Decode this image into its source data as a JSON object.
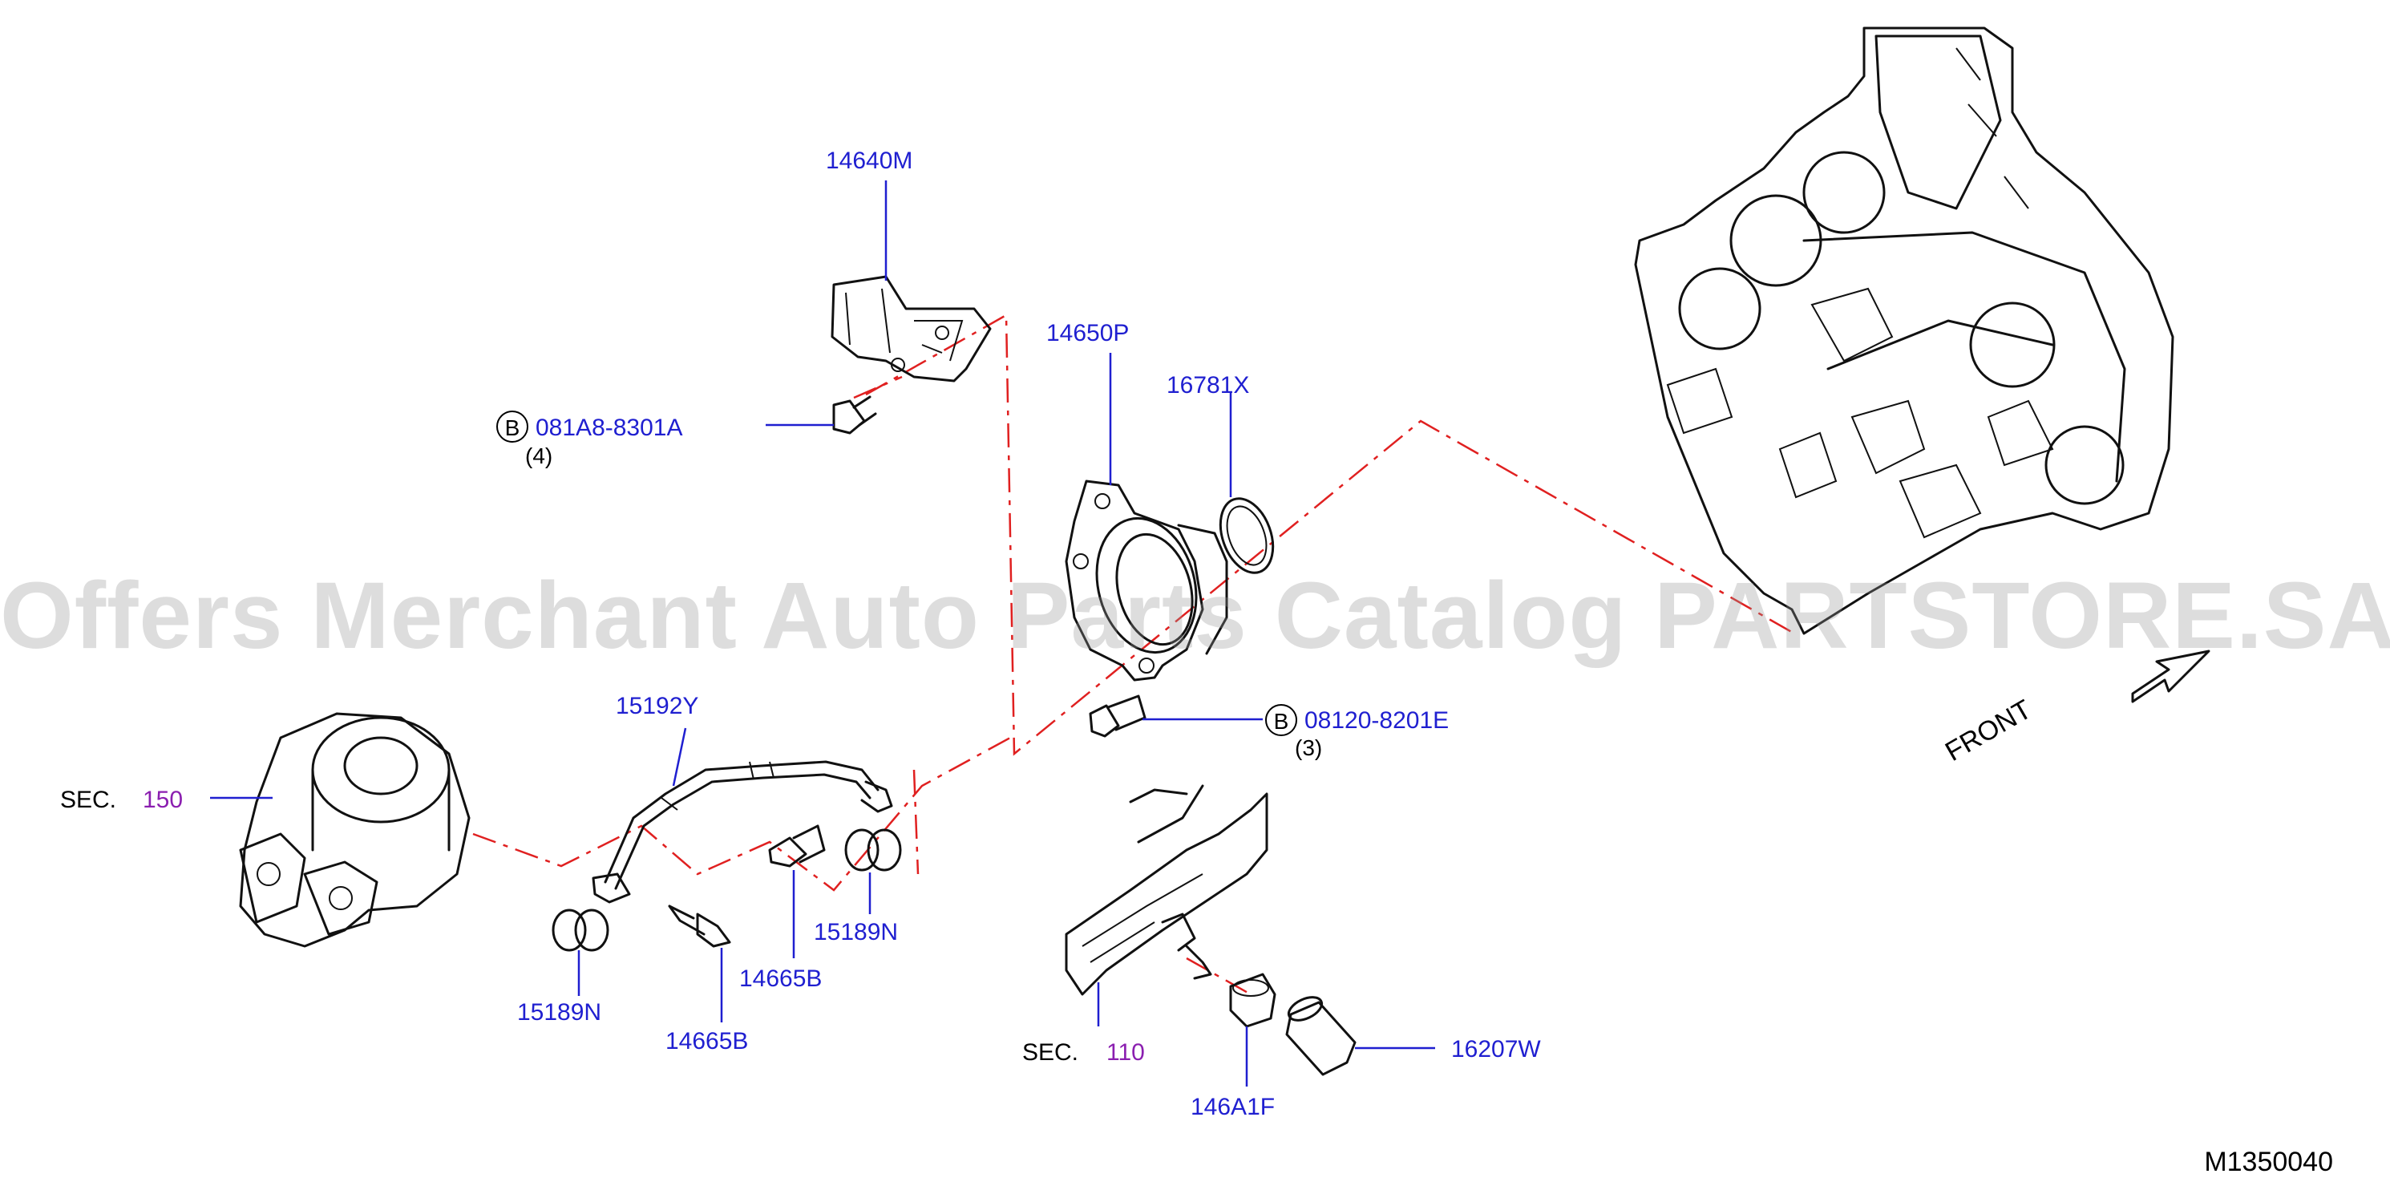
{
  "colors": {
    "part_number": "#1f1fd0",
    "section_number": "#8b1fb0",
    "leader_line": "#1f1fd0",
    "center_line": "#e02020",
    "line_art": "#111111",
    "watermark": "#9a9a9a"
  },
  "watermark": "Offers Merchant Auto Parts Catalog PARTSTORE.SA",
  "diagram_id": "M1350040",
  "front_label": "FRONT",
  "sections": [
    {
      "prefix": "SEC.",
      "number": "150"
    },
    {
      "prefix": "SEC.",
      "number": "110"
    }
  ],
  "parts": [
    {
      "number": "14640M"
    },
    {
      "number": "081A8-8301A",
      "circled": "B",
      "qty": "(4)"
    },
    {
      "number": "14650P"
    },
    {
      "number": "16781X"
    },
    {
      "number": "08120-8201E",
      "circled": "B",
      "qty": "(3)"
    },
    {
      "number": "15192Y"
    },
    {
      "number": "14665B"
    },
    {
      "number": "15189N"
    },
    {
      "number": "15189N"
    },
    {
      "number": "14665B"
    },
    {
      "number": "146A1F"
    },
    {
      "number": "16207W"
    }
  ]
}
